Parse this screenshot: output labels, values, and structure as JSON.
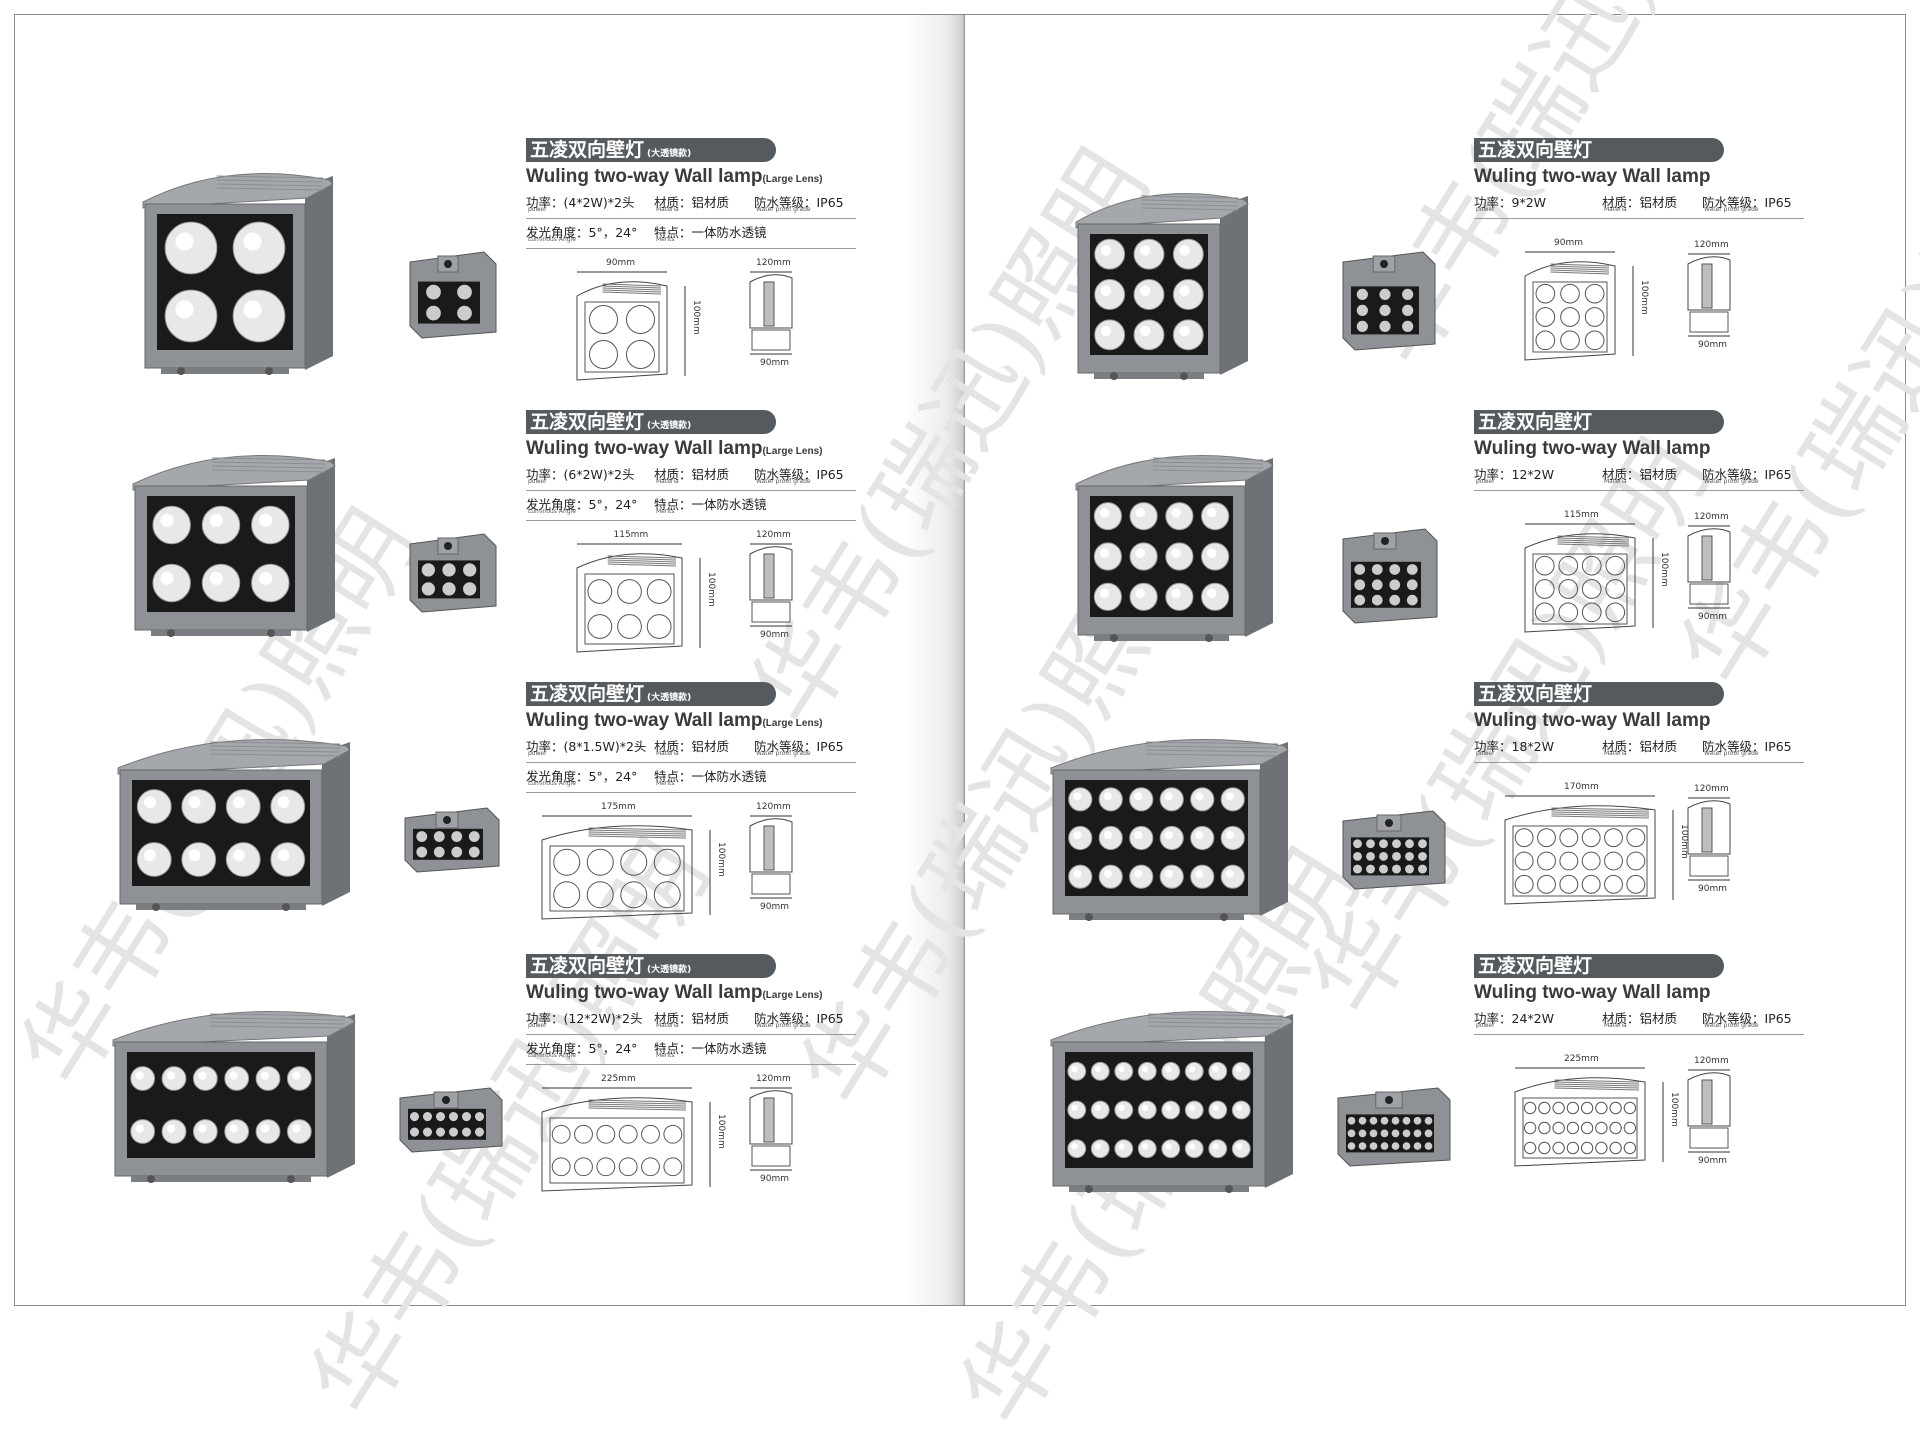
{
  "watermark": {
    "text": "华韦(瑞迅)照明"
  },
  "left_page": {
    "products": [
      {
        "title_cn": "五凌双向壁灯",
        "title_note": "(大透镜款)",
        "title_en": "Wuling two-way Wall lamp",
        "title_en_note": "(Large Lens)",
        "power_label": "功率：",
        "power_sub": "power",
        "power_value": "(4*2W)*2头",
        "material_label": "材质：铝材质",
        "material_sub": "Materia",
        "waterproof_label": "防水等级：IP65",
        "waterproof_sub": "Water proof grade",
        "angle_label": "发光角度：5°，24°",
        "angle_sub": "Luminous Angle",
        "feature_label": "特点：一体防水透镜",
        "feature_sub": "Merits",
        "width": "90mm",
        "height": "100mm",
        "side_top": "120mm",
        "side_bottom": "90mm",
        "cols": 2,
        "rows": 2
      },
      {
        "title_cn": "五凌双向壁灯",
        "title_note": "(大透镜款)",
        "title_en": "Wuling two-way Wall lamp",
        "title_en_note": "(Large Lens)",
        "power_label": "功率：",
        "power_sub": "power",
        "power_value": "(6*2W)*2头",
        "material_label": "材质：铝材质",
        "material_sub": "Materia",
        "waterproof_label": "防水等级：IP65",
        "waterproof_sub": "Water proof grade",
        "angle_label": "发光角度：5°，24°",
        "angle_sub": "Luminous Angle",
        "feature_label": "特点：一体防水透镜",
        "feature_sub": "Merits",
        "width": "115mm",
        "height": "100mm",
        "side_top": "120mm",
        "side_bottom": "90mm",
        "cols": 3,
        "rows": 2
      },
      {
        "title_cn": "五凌双向壁灯",
        "title_note": "(大透镜款)",
        "title_en": "Wuling two-way Wall lamp",
        "title_en_note": "(Large Lens)",
        "power_label": "功率：",
        "power_sub": "power",
        "power_value": "(8*1.5W)*2头",
        "material_label": "材质：铝材质",
        "material_sub": "Materia",
        "waterproof_label": "防水等级：IP65",
        "waterproof_sub": "Water proof grade",
        "angle_label": "发光角度：5°，24°",
        "angle_sub": "Luminous Angle",
        "feature_label": "特点：一体防水透镜",
        "feature_sub": "Merits",
        "width": "175mm",
        "height": "100mm",
        "side_top": "120mm",
        "side_bottom": "90mm",
        "cols": 4,
        "rows": 2
      },
      {
        "title_cn": "五凌双向壁灯",
        "title_note": "(大透镜款)",
        "title_en": "Wuling two-way Wall lamp",
        "title_en_note": "(Large Lens)",
        "power_label": "功率：",
        "power_sub": "power",
        "power_value": "(12*2W)*2头",
        "material_label": "材质：铝材质",
        "material_sub": "Materia",
        "waterproof_label": "防水等级：IP65",
        "waterproof_sub": "Water proof grade",
        "angle_label": "发光角度：5°，24°",
        "angle_sub": "Luminous Angle",
        "feature_label": "特点：一体防水透镜",
        "feature_sub": "Merits",
        "width": "225mm",
        "height": "100mm",
        "side_top": "120mm",
        "side_bottom": "90mm",
        "cols": 6,
        "rows": 2
      }
    ]
  },
  "right_page": {
    "products": [
      {
        "title_cn": "五凌双向壁灯",
        "title_en": "Wuling two-way Wall lamp",
        "power_label": "功率：",
        "power_sub": "power",
        "power_value": "9*2W",
        "material_label": "材质：铝材质",
        "material_sub": "Materia",
        "waterproof_label": "防水等级：IP65",
        "waterproof_sub": "Water proof grade",
        "width": "90mm",
        "height": "100mm",
        "side_top": "120mm",
        "side_bottom": "90mm",
        "cols": 3,
        "rows": 3
      },
      {
        "title_cn": "五凌双向壁灯",
        "title_en": "Wuling two-way Wall lamp",
        "power_label": "功率：",
        "power_sub": "power",
        "power_value": "12*2W",
        "material_label": "材质：铝材质",
        "material_sub": "Materia",
        "waterproof_label": "防水等级：IP65",
        "waterproof_sub": "Water proof grade",
        "width": "115mm",
        "height": "100mm",
        "side_top": "120mm",
        "side_bottom": "90mm",
        "cols": 4,
        "rows": 3
      },
      {
        "title_cn": "五凌双向壁灯",
        "title_en": "Wuling two-way Wall lamp",
        "power_label": "功率：",
        "power_sub": "power",
        "power_value": "18*2W",
        "material_label": "材质：铝材质",
        "material_sub": "Materia",
        "waterproof_label": "防水等级：IP65",
        "waterproof_sub": "Water proof grade",
        "width": "170mm",
        "height": "100mm",
        "side_top": "120mm",
        "side_bottom": "90mm",
        "cols": 6,
        "rows": 3
      },
      {
        "title_cn": "五凌双向壁灯",
        "title_en": "Wuling two-way Wall lamp",
        "power_label": "功率：",
        "power_sub": "power",
        "power_value": "24*2W",
        "material_label": "材质：铝材质",
        "material_sub": "Materia",
        "waterproof_label": "防水等级：IP65",
        "waterproof_sub": "Water proof grade",
        "width": "225mm",
        "height": "100mm",
        "side_top": "120mm",
        "side_bottom": "90mm",
        "cols": 8,
        "rows": 3
      }
    ]
  },
  "colors": {
    "title_bar": "#555a5e",
    "housing": "#8e9296",
    "lens_panel": "#1a1a1a",
    "lens": "#e8e8e8"
  }
}
